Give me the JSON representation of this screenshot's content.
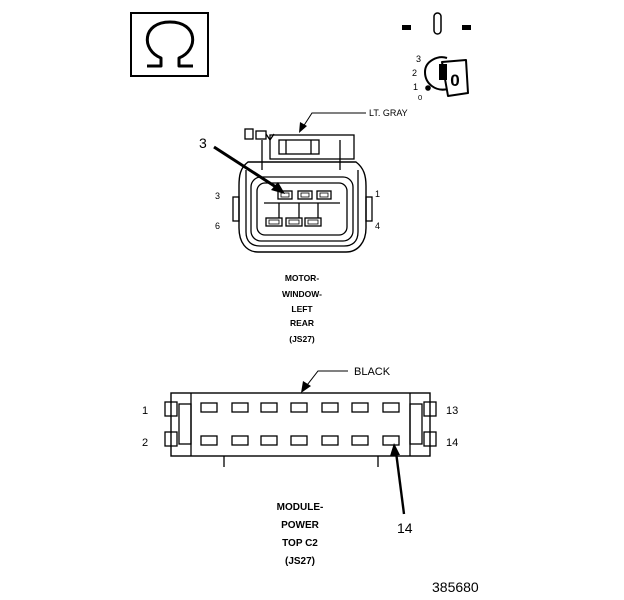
{
  "key_switch": {
    "positions": [
      "3",
      "2",
      "1",
      "0"
    ],
    "key_label": "0"
  },
  "connector_1": {
    "callout": "3",
    "color_note": "LT. GRAY",
    "pins_left": [
      "3",
      "6"
    ],
    "pins_right": [
      "1",
      "4"
    ],
    "caption_lines": [
      "MOTOR-",
      "WINDOW-",
      "LEFT",
      "REAR",
      "(JS27)"
    ]
  },
  "connector_2": {
    "callout": "14",
    "color_note": "BLACK",
    "pins_left": [
      "1",
      "2"
    ],
    "pins_right": [
      "13",
      "14"
    ],
    "caption_lines": [
      "MODULE-",
      "POWER",
      "TOP C2",
      "(JS27)"
    ]
  },
  "figure_number": "385680"
}
